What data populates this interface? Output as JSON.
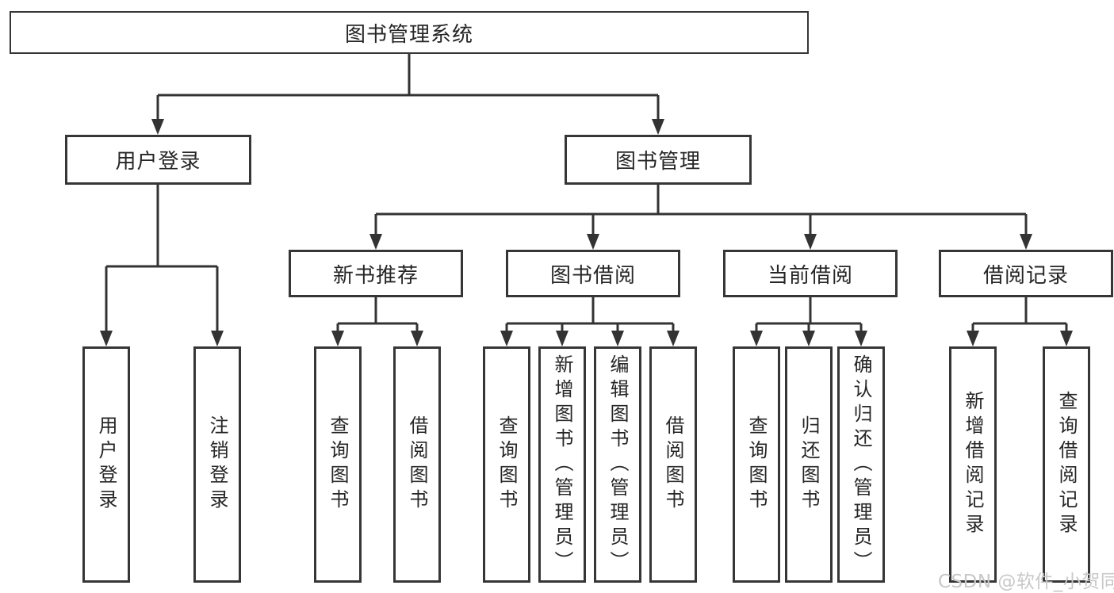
{
  "tree": {
    "root": {
      "label": "图书管理系统"
    },
    "branches": [
      {
        "label": "用户登录",
        "leaves": [
          {
            "label": "用户登录"
          },
          {
            "label": "注销登录"
          }
        ]
      },
      {
        "label": "图书管理",
        "groups": [
          {
            "label": "新书推荐",
            "leaves": [
              {
                "label": "查询图书"
              },
              {
                "label": "借阅图书"
              }
            ]
          },
          {
            "label": "图书借阅",
            "leaves": [
              {
                "label": "查询图书"
              },
              {
                "label": "新增图书（管理员）"
              },
              {
                "label": "编辑图书（管理员）"
              },
              {
                "label": "借阅图书"
              }
            ]
          },
          {
            "label": "当前借阅",
            "leaves": [
              {
                "label": "查询图书"
              },
              {
                "label": "归还图书"
              },
              {
                "label": "确认归还（管理员）"
              }
            ]
          },
          {
            "label": "借阅记录",
            "leaves": [
              {
                "label": "新增借阅记录"
              },
              {
                "label": "查询借阅记录"
              }
            ]
          }
        ]
      }
    ]
  },
  "watermark": "CSDN @软件_小贺同学",
  "colors": {
    "line": "#333333",
    "border": "#363636",
    "text": "#262626",
    "watermark": "#c8c8c8",
    "background": "#ffffff"
  }
}
